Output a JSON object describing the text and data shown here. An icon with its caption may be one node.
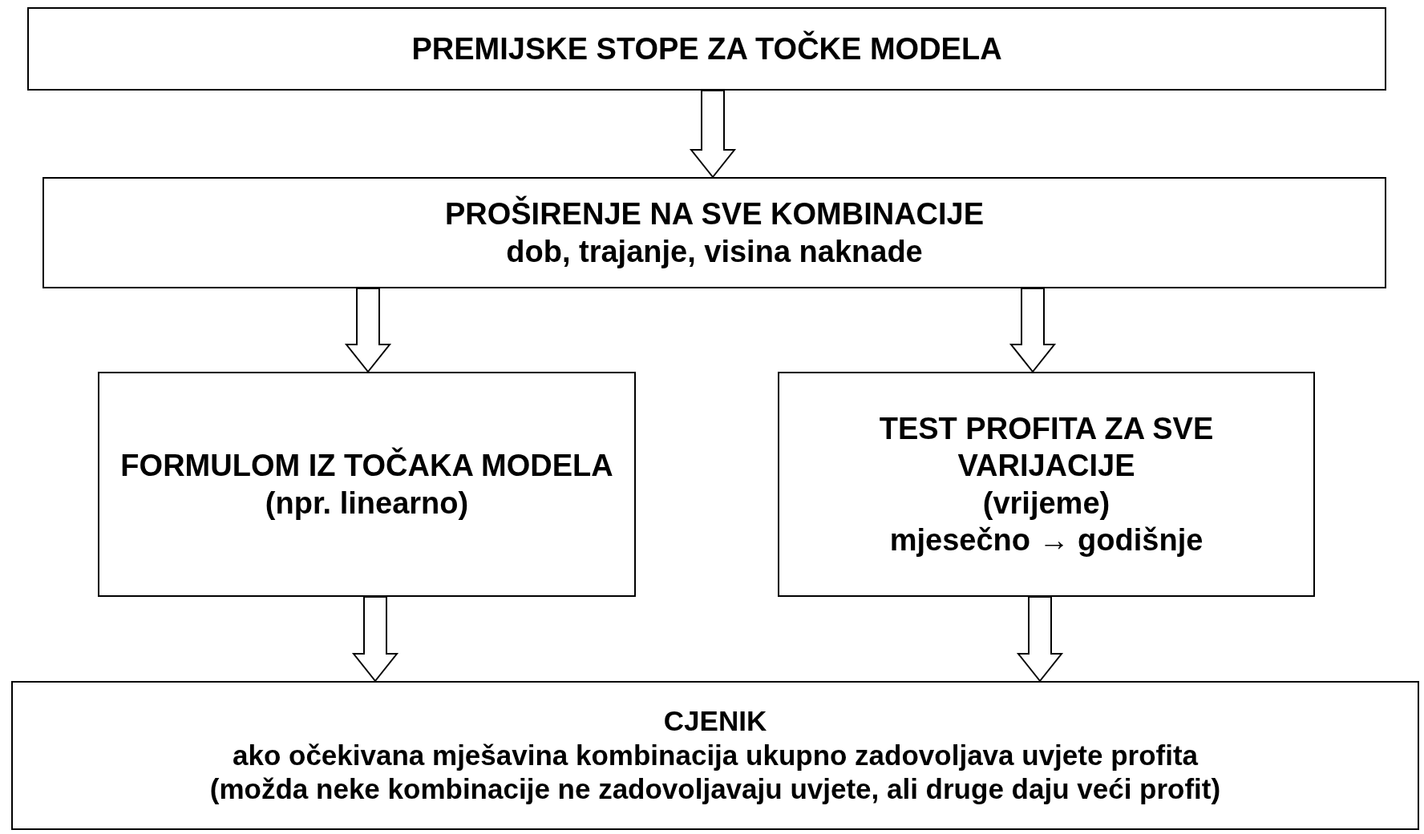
{
  "diagram": {
    "nodes": [
      {
        "text": [
          "PREMIJSKE STOPE ZA TOČKE MODELA"
        ]
      },
      {
        "text": [
          "PROŠIRENJE NA SVE KOMBINACIJE",
          "dob, trajanje, visina naknade"
        ]
      },
      {
        "text": [
          "FORMULOM IZ TOČAKA MODELA",
          "(npr. linearno)"
        ]
      },
      {
        "text": [
          "TEST PROFITA ZA SVE VARIJACIJE",
          "(vrijeme)",
          "mjesečno → godišnje"
        ]
      },
      {
        "text": [
          "CJENIK",
          "ako očekivana mješavina kombinacija ukupno zadovoljava uvjete profita",
          "(možda neke kombinacije ne zadovoljavaju uvjete, ali druge daju veći profit)"
        ]
      }
    ],
    "edges": [
      {
        "from": 0,
        "to": 1,
        "arrow": "to"
      },
      {
        "from": 1,
        "to": 2,
        "arrow": "to"
      },
      {
        "from": 1,
        "to": 3,
        "arrow": "to"
      },
      {
        "from": 2,
        "to": 4,
        "arrow": "to"
      },
      {
        "from": 3,
        "to": 4,
        "arrow": "to"
      }
    ]
  }
}
